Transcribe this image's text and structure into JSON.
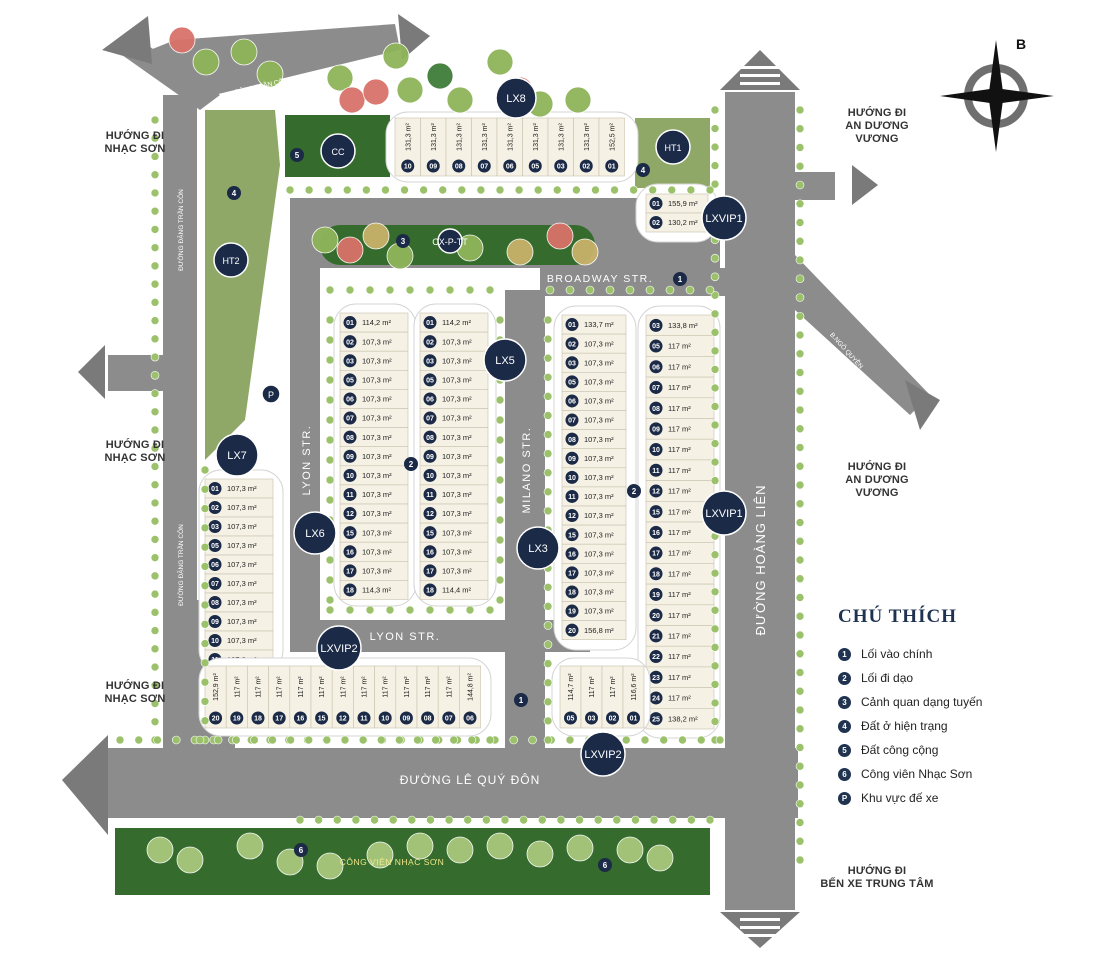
{
  "directions": {
    "top_left": "HƯỚNG ĐI\nNHẠC SƠN",
    "mid_left": "HƯỚNG ĐI\nNHẠC SƠN",
    "bottom_left": "HƯỚNG ĐI\nNHẠC SƠN",
    "top_right": "HƯỚNG ĐI\nAN DƯƠNG VƯƠNG",
    "mid_right": "HƯỚNG ĐI\nAN DƯƠNG VƯƠNG",
    "bottom_right": "HƯỚNG ĐI\nBẾN XE TRUNG TÂM"
  },
  "compass": {
    "north_label": "B"
  },
  "streets": {
    "broadway_1": "BROADWAY STR.",
    "broadway_2": "BROADWAY STR.",
    "lyon_v": "LYON STR.",
    "lyon_h": "LYON STR.",
    "milano": "MILANO STR.",
    "hoang_lien": "ĐƯỜNG HOÀNG LIÊN",
    "le_quy_don": "ĐƯỜNG LÊ QUÝ ĐÔN",
    "dang_tran_con_top": "ĐẶNG TRẦN CÔN",
    "dang_tran_con_left": "ĐƯỜNG ĐẶNG TRẦN CÔN",
    "dang_tran_con_left2": "ĐƯỜNG ĐẶNG TRẦN CÔN",
    "b_quyen": "B.NGÔ QUYỀN",
    "park_name": "CÔNG VIÊN NHẠC SƠN"
  },
  "block_labels": {
    "LX8": "LX8",
    "LX7": "LX7",
    "LX6": "LX6",
    "LX5": "LX5",
    "LX3": "LX3",
    "LXVIP1_top": "LXVIP1",
    "LXVIP1_right": "LXVIP1",
    "LXVIP2_left": "LXVIP2",
    "LXVIP2_right": "LXVIP2",
    "HT1": "HT1",
    "HT2": "HT2",
    "CC": "CC",
    "CXPTT": "CX-P-TT",
    "parking": "P"
  },
  "markers": {
    "m5": "5",
    "m4a": "4",
    "m4b": "4",
    "m3": "3",
    "m1a": "1",
    "m1b": "1",
    "m2a": "2",
    "m2b": "2",
    "m6a": "6",
    "m6b": "6"
  },
  "lx8_lots": [
    {
      "no": "10",
      "area": "131,3 m²"
    },
    {
      "no": "09",
      "area": "131,3 m²"
    },
    {
      "no": "08",
      "area": "131,3 m²"
    },
    {
      "no": "07",
      "area": "131,3 m²"
    },
    {
      "no": "06",
      "area": "131,3 m²"
    },
    {
      "no": "05",
      "area": "131,3 m²"
    },
    {
      "no": "03",
      "area": "131,3 m²"
    },
    {
      "no": "02",
      "area": "131,3 m²"
    },
    {
      "no": "01",
      "area": "152,5 m²"
    }
  ],
  "lxvip1_top_lots": [
    {
      "no": "01",
      "area": "155,9 m²"
    },
    {
      "no": "02",
      "area": "130,2 m²"
    }
  ],
  "lx6_lots": [
    {
      "no": "01",
      "area": "114,2 m²"
    },
    {
      "no": "02",
      "area": "107,3 m²"
    },
    {
      "no": "03",
      "area": "107,3 m²"
    },
    {
      "no": "05",
      "area": "107,3 m²"
    },
    {
      "no": "06",
      "area": "107,3 m²"
    },
    {
      "no": "07",
      "area": "107,3 m²"
    },
    {
      "no": "08",
      "area": "107,3 m²"
    },
    {
      "no": "09",
      "area": "107,3 m²"
    },
    {
      "no": "10",
      "area": "107,3 m²"
    },
    {
      "no": "11",
      "area": "107,3 m²"
    },
    {
      "no": "12",
      "area": "107,3 m²"
    },
    {
      "no": "15",
      "area": "107,3 m²"
    },
    {
      "no": "16",
      "area": "107,3 m²"
    },
    {
      "no": "17",
      "area": "107,3 m²"
    },
    {
      "no": "18",
      "area": "114,3 m²"
    }
  ],
  "lx5_lots": [
    {
      "no": "01",
      "area": "114,2 m²"
    },
    {
      "no": "02",
      "area": "107,3 m²"
    },
    {
      "no": "03",
      "area": "107,3 m²"
    },
    {
      "no": "05",
      "area": "107,3 m²"
    },
    {
      "no": "06",
      "area": "107,3 m²"
    },
    {
      "no": "07",
      "area": "107,3 m²"
    },
    {
      "no": "08",
      "area": "107,3 m²"
    },
    {
      "no": "09",
      "area": "107,3 m²"
    },
    {
      "no": "10",
      "area": "107,3 m²"
    },
    {
      "no": "11",
      "area": "107,3 m²"
    },
    {
      "no": "12",
      "area": "107,3 m²"
    },
    {
      "no": "15",
      "area": "107,3 m²"
    },
    {
      "no": "16",
      "area": "107,3 m²"
    },
    {
      "no": "17",
      "area": "107,3 m²"
    },
    {
      "no": "18",
      "area": "114,4 m²"
    }
  ],
  "lx3_lots": [
    {
      "no": "01",
      "area": "133,7 m²"
    },
    {
      "no": "02",
      "area": "107,3 m²"
    },
    {
      "no": "03",
      "area": "107,3 m²"
    },
    {
      "no": "05",
      "area": "107,3 m²"
    },
    {
      "no": "06",
      "area": "107,3 m²"
    },
    {
      "no": "07",
      "area": "107,3 m²"
    },
    {
      "no": "08",
      "area": "107,3 m²"
    },
    {
      "no": "09",
      "area": "107,3 m²"
    },
    {
      "no": "10",
      "area": "107,3 m²"
    },
    {
      "no": "11",
      "area": "107,3 m²"
    },
    {
      "no": "12",
      "area": "107,3 m²"
    },
    {
      "no": "15",
      "area": "107,3 m²"
    },
    {
      "no": "16",
      "area": "107,3 m²"
    },
    {
      "no": "17",
      "area": "107,3 m²"
    },
    {
      "no": "18",
      "area": "107,3 m²"
    },
    {
      "no": "19",
      "area": "107,3 m²"
    },
    {
      "no": "20",
      "area": "156,8 m²"
    }
  ],
  "lxvip1_right_lots": [
    {
      "no": "03",
      "area": "133,8 m²"
    },
    {
      "no": "05",
      "area": "117 m²"
    },
    {
      "no": "06",
      "area": "117 m²"
    },
    {
      "no": "07",
      "area": "117 m²"
    },
    {
      "no": "08",
      "area": "117 m²"
    },
    {
      "no": "09",
      "area": "117 m²"
    },
    {
      "no": "10",
      "area": "117 m²"
    },
    {
      "no": "11",
      "area": "117 m²"
    },
    {
      "no": "12",
      "area": "117 m²"
    },
    {
      "no": "15",
      "area": "117 m²"
    },
    {
      "no": "16",
      "area": "117 m²"
    },
    {
      "no": "17",
      "area": "117 m²"
    },
    {
      "no": "18",
      "area": "117 m²"
    },
    {
      "no": "19",
      "area": "117 m²"
    },
    {
      "no": "20",
      "area": "117 m²"
    },
    {
      "no": "21",
      "area": "117 m²"
    },
    {
      "no": "22",
      "area": "117 m²"
    },
    {
      "no": "23",
      "area": "117 m²"
    },
    {
      "no": "24",
      "area": "117 m²"
    },
    {
      "no": "25",
      "area": "138,2 m²"
    }
  ],
  "lx7_lots": [
    {
      "no": "01",
      "area": "107,3 m²"
    },
    {
      "no": "02",
      "area": "107,3 m²"
    },
    {
      "no": "03",
      "area": "107,3 m²"
    },
    {
      "no": "05",
      "area": "107,3 m²"
    },
    {
      "no": "06",
      "area": "107,3 m²"
    },
    {
      "no": "07",
      "area": "107,3 m²"
    },
    {
      "no": "08",
      "area": "107,3 m²"
    },
    {
      "no": "09",
      "area": "107,3 m²"
    },
    {
      "no": "10",
      "area": "107,3 m²"
    },
    {
      "no": "11",
      "area": "107,3 m²"
    }
  ],
  "lxvip2_left_lots": [
    {
      "no": "20",
      "area": "152,9 m²"
    },
    {
      "no": "19",
      "area": "117 m²"
    },
    {
      "no": "18",
      "area": "117 m²"
    },
    {
      "no": "17",
      "area": "117 m²"
    },
    {
      "no": "16",
      "area": "117 m²"
    },
    {
      "no": "15",
      "area": "117 m²"
    },
    {
      "no": "12",
      "area": "117 m²"
    },
    {
      "no": "11",
      "area": "117 m²"
    },
    {
      "no": "10",
      "area": "117 m²"
    },
    {
      "no": "09",
      "area": "117 m²"
    },
    {
      "no": "08",
      "area": "117 m²"
    },
    {
      "no": "07",
      "area": "117 m²"
    },
    {
      "no": "06",
      "area": "144,8 m²"
    }
  ],
  "lxvip2_right_lots": [
    {
      "no": "05",
      "area": "114,7 m²"
    },
    {
      "no": "03",
      "area": "117 m²"
    },
    {
      "no": "02",
      "area": "117 m²"
    },
    {
      "no": "01",
      "area": "116,6 m²"
    }
  ],
  "legend": {
    "title": "CHÚ THÍCH",
    "items": [
      {
        "num": "1",
        "label": "Lối vào chính"
      },
      {
        "num": "2",
        "label": "Lối đi dạo"
      },
      {
        "num": "3",
        "label": "Cảnh quan dạng tuyến"
      },
      {
        "num": "4",
        "label": "Đất ở hiện trạng"
      },
      {
        "num": "5",
        "label": "Đất công cộng"
      },
      {
        "num": "6",
        "label": "Công viên Nhạc Sơn"
      },
      {
        "num": "P",
        "label": "Khu vực đế xe"
      }
    ]
  },
  "colors": {
    "road": "#8c8c8c",
    "sidewalk": "#e6e6e6",
    "lot": "#f5f1e4",
    "green_dark": "#356b2c",
    "green_light": "#8fa867",
    "navy": "#1b2a47"
  }
}
